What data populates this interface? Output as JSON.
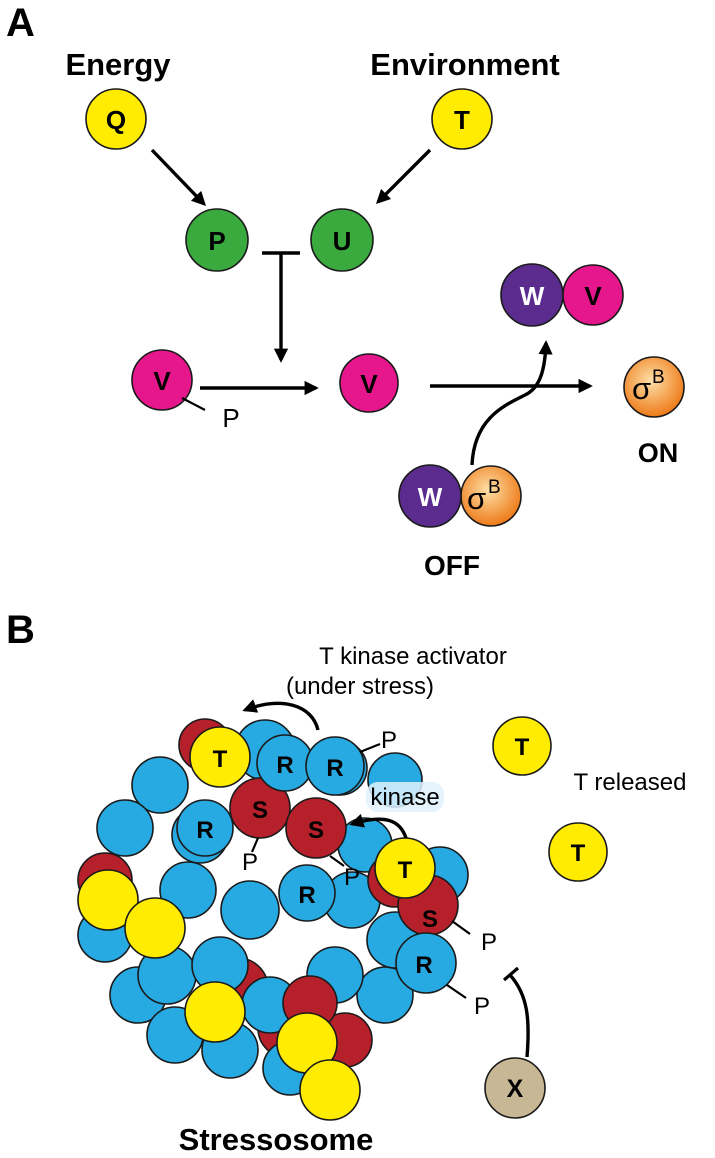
{
  "colors": {
    "yellow": "#ffec00",
    "green": "#3aaa3f",
    "magenta": "#e6168c",
    "purple": "#5b2c8e",
    "orange_center": "#fbd18c",
    "orange_edge": "#ef7d1a",
    "blue": "#27a9e1",
    "dark_red": "#b5202a",
    "tan": "#c8b795"
  },
  "panelA": {
    "label": "A",
    "energy": "Energy",
    "environment": "Environment",
    "q": "Q",
    "t": "T",
    "p": "P",
    "u": "U",
    "v": "V",
    "w": "W",
    "phospho": "P",
    "sigma": "σ",
    "sigma_sup": "B",
    "on": "ON",
    "off": "OFF"
  },
  "panelB": {
    "label": "B",
    "activator_line1": "T kinase activator",
    "activator_line2": "(under stress)",
    "kinase": "kinase",
    "t_released": "T released",
    "t": "T",
    "r": "R",
    "s": "S",
    "x": "X",
    "phospho": "P",
    "stressosome": "Stressosome"
  }
}
